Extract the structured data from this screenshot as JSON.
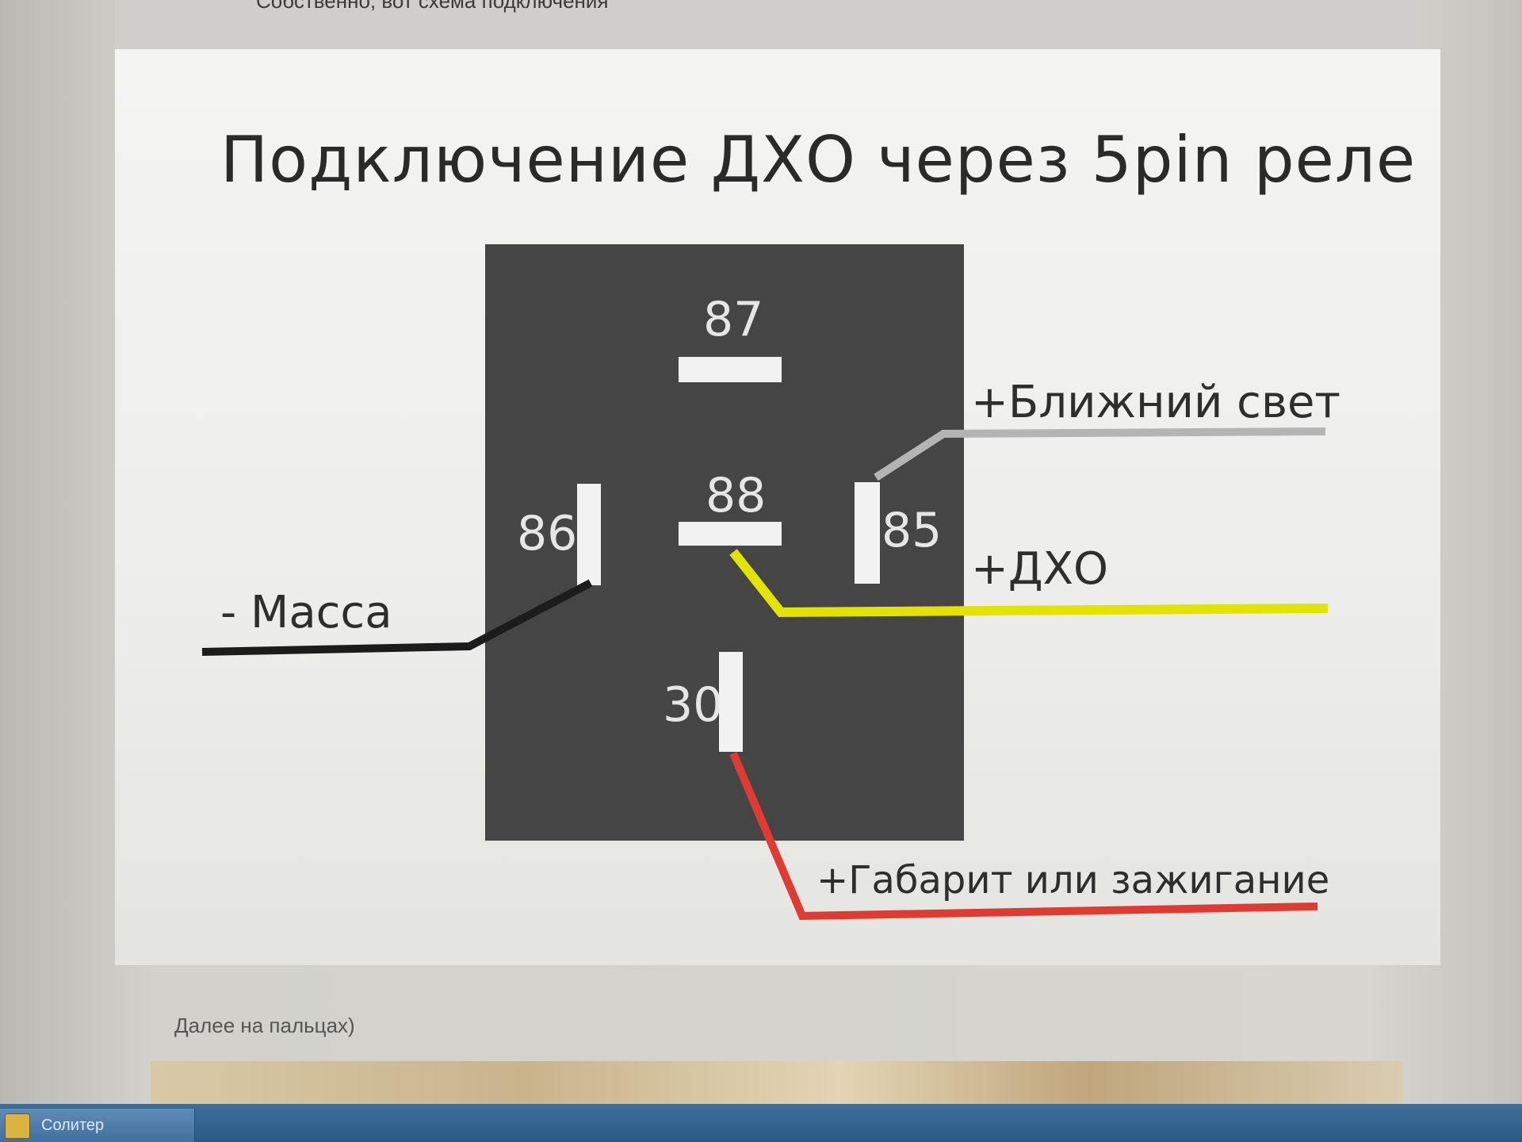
{
  "post": {
    "intro_text": "Собственно, вот схема подключения",
    "footer_text": "Далее на пальцах)"
  },
  "slide": {
    "title": "Подключение ДХО через 5pin реле",
    "relay": {
      "pins": {
        "p87": "87",
        "p88": "88",
        "p86": "86",
        "p85": "85",
        "p30": "30"
      }
    },
    "wires": {
      "ground": {
        "label": "- Масса",
        "color": "#1c1c1c"
      },
      "low_beam": {
        "label": "+Ближний свет",
        "color": "#b4b4b4"
      },
      "drl": {
        "label": "+ДХО",
        "color": "#e3e300"
      },
      "parking": {
        "label": "+Габарит или зажигание",
        "color": "#e03b32"
      }
    }
  },
  "taskbar": {
    "item_label": "Солитер",
    "icon": "solitaire-icon"
  }
}
